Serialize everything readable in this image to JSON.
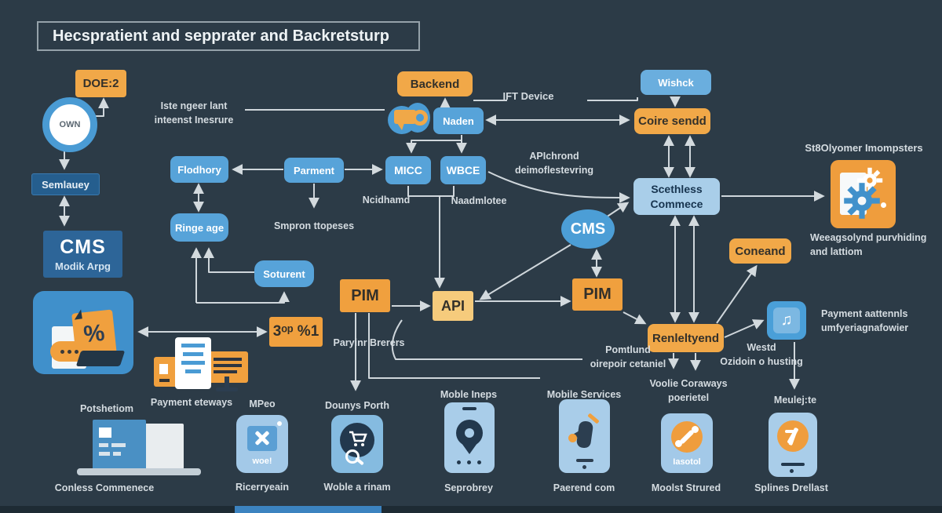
{
  "title": "Hecspratient and sepprater and  Backretsturp",
  "colors": {
    "background": "#2c3b47",
    "orange": "#f1a848",
    "blue": "#57a3d9",
    "light_blue": "#a9cee9",
    "navy_box": "#2d6598",
    "line": "#dfe5e9"
  },
  "nodes": {
    "doe2": "DOE:2",
    "own": "OWN",
    "semlauey": "Semlauey",
    "cms_title": "CMS",
    "cms_sub": "Modik Arpg",
    "fladhory": "Flodhory",
    "ringeage": "Ringe age",
    "parment": "Parment",
    "soturent": "Soturent",
    "backend": "Backend",
    "naden": "Naden",
    "micc": "MICC",
    "wbce": "WBCE",
    "wishck": "Wishck",
    "coire_sendd": "Coire sendd",
    "scethless_1": "Scethless",
    "scethless_2": "Commece",
    "cms_ellipse": "CMS",
    "api": "API",
    "pim_left": "PIM",
    "pim_right": "PIM",
    "promo_rate": "3ᵒᵖ %1",
    "coneand": "Coneand",
    "renleltyend": "Renleltyend"
  },
  "labels": {
    "iste_1": "Iste ngeer lant",
    "iste_2": "inteenst Inesrure",
    "ift_device": "IFT Device",
    "apichrond_1": "APIchrond",
    "apichrond_2": "deimoflestevring",
    "ncidhamd": "Ncidhamd",
    "naadmlotee": "Naadmlotee",
    "smpron": "Smpron ttopeses",
    "paryinr": "Paryinr Brerers",
    "stlyomer": "St8Olyomer Imompsters",
    "weeagsolynd_1": "Weeagsolynd purvhiding",
    "weeagsolynd_2": "and lattiom",
    "payment_attennls_1": "Payment aattennls",
    "payment_attennls_2": "umfyeriagnafowier",
    "pomtlund_1": "Pomtlund",
    "pomtlund_2": "oirepoir cetaniel",
    "westd_1": "Westd",
    "westd_2": "Ozidoin o husting",
    "voolie_1": "Voolie Coraways",
    "voolie_2": "poerietel",
    "meulejte": "Meulej:te",
    "potshetiom": "Potshetiom",
    "payment_eteways": "Payment eteways",
    "mpeo": "MPeo",
    "dounys": "Dounys Porth",
    "moble_ineps": "Moble Ineps",
    "mobile_services": "Mobile Services",
    "conless": "Conless Commenece",
    "ricerryeain": "Ricerryeain",
    "woble": "Woble a rinam",
    "seprobrey": "Seprobrey",
    "paerend": "Paerend com",
    "moolst": "Moolst Strured",
    "splines": "Splines Drellast"
  },
  "icon_texts": {
    "woe": "woe!",
    "iasotol": "Iasotol",
    "promo_percent": "%",
    "music_note": "♫"
  }
}
